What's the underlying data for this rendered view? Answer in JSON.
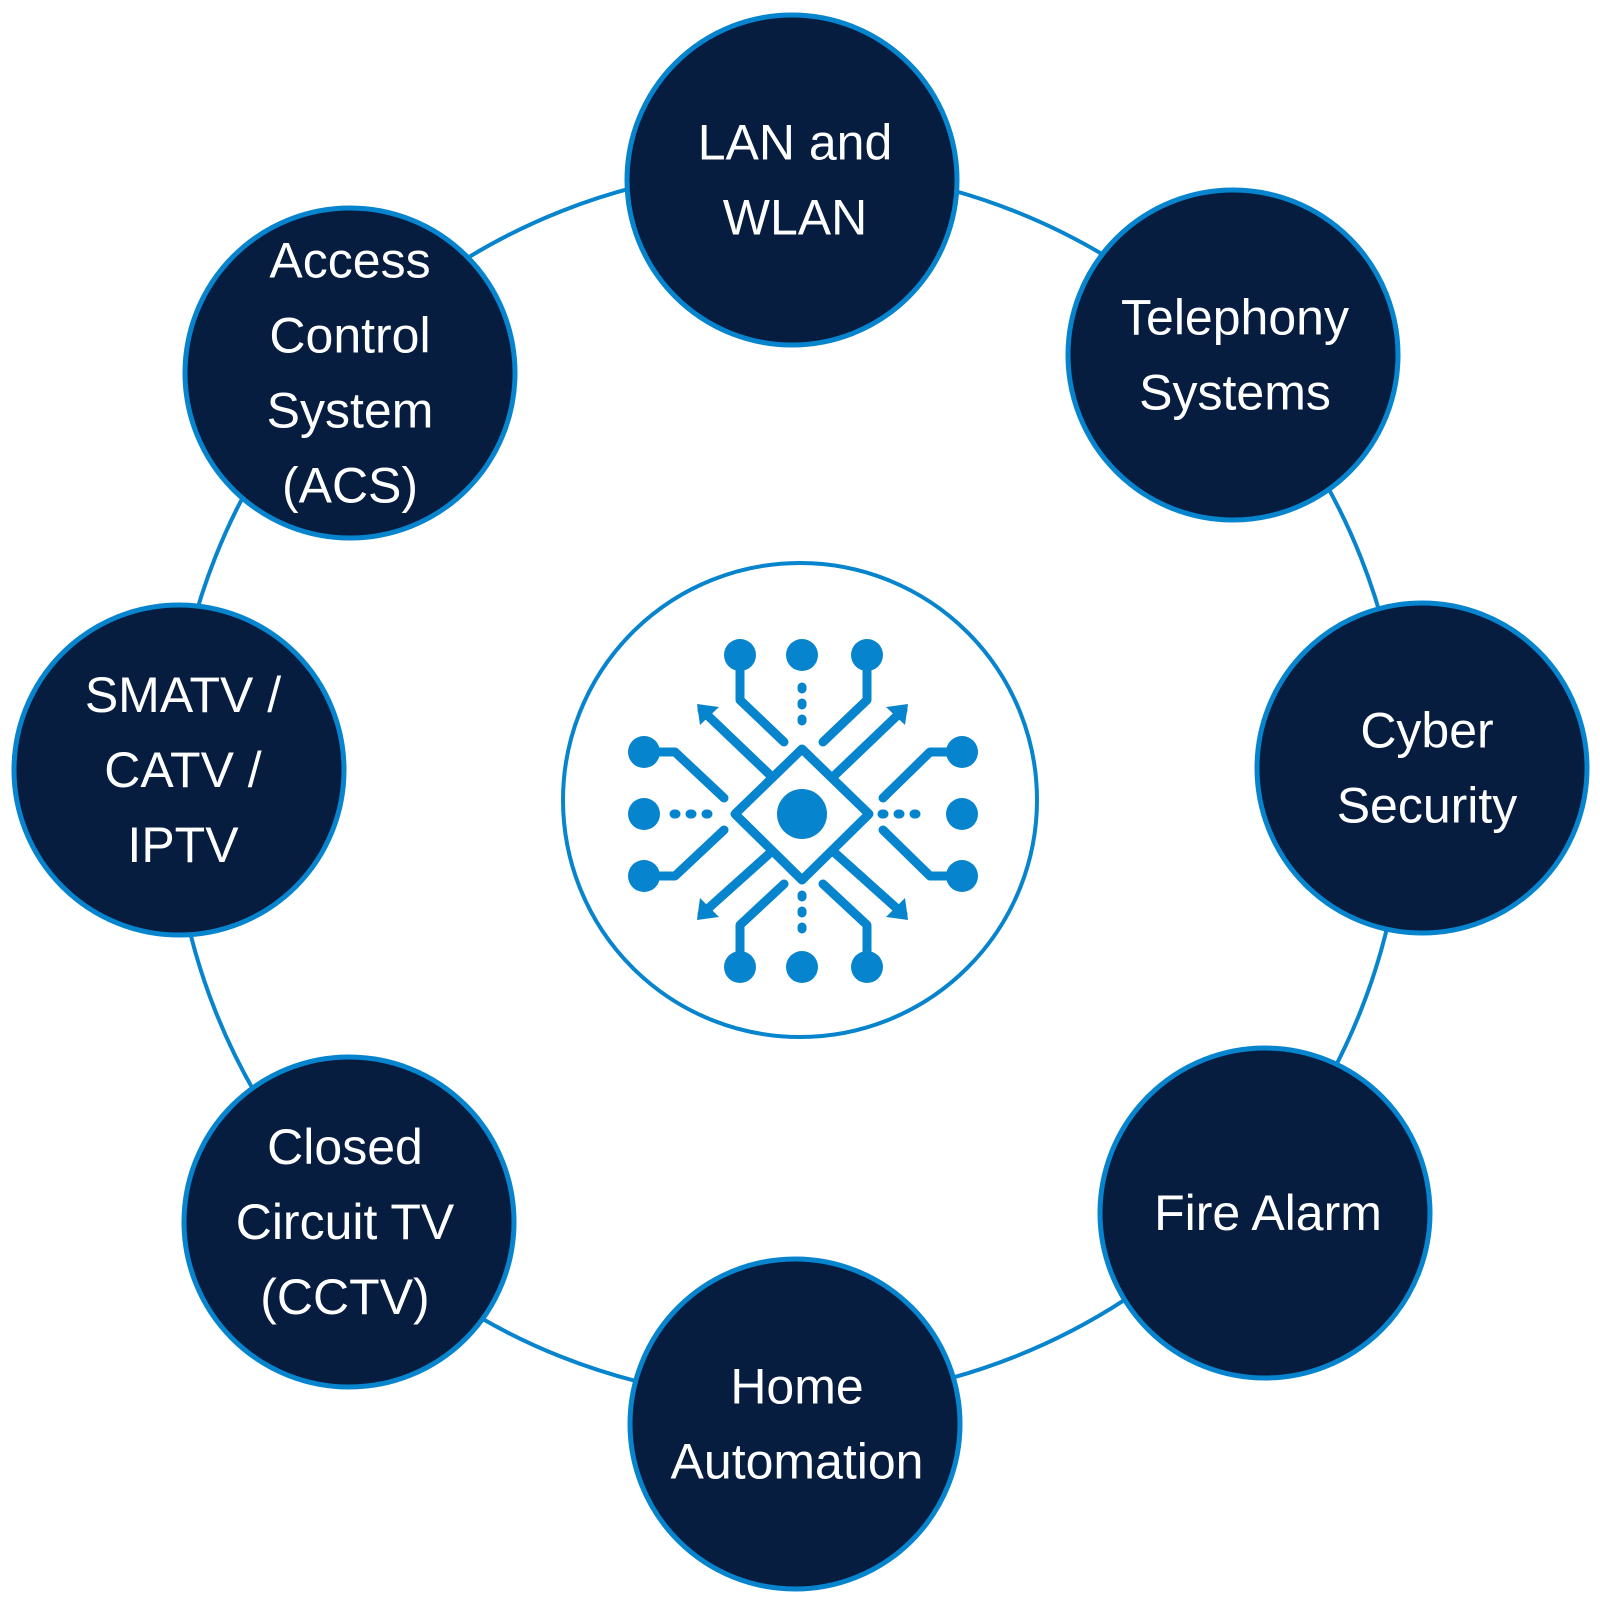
{
  "colors": {
    "node_fill": "#061D40",
    "accent": "#0784CE",
    "background": "#FFFFFF"
  },
  "center": {
    "icon": "circuit-chip-icon"
  },
  "nodes": [
    {
      "id": "lan",
      "lines": [
        "LAN and",
        "WLAN"
      ]
    },
    {
      "id": "telephony",
      "lines": [
        "Telephony",
        "Systems"
      ]
    },
    {
      "id": "cyber",
      "lines": [
        "Cyber",
        "Security"
      ]
    },
    {
      "id": "fire",
      "lines": [
        "Fire Alarm"
      ]
    },
    {
      "id": "home",
      "lines": [
        "Home",
        "Automation"
      ]
    },
    {
      "id": "cctv",
      "lines": [
        "Closed",
        "Circuit TV",
        "(CCTV)"
      ]
    },
    {
      "id": "smatv",
      "lines": [
        "SMATV /",
        "CATV /",
        "IPTV"
      ]
    },
    {
      "id": "acs",
      "lines": [
        "Access",
        "Control",
        "System",
        "(ACS)"
      ]
    }
  ]
}
